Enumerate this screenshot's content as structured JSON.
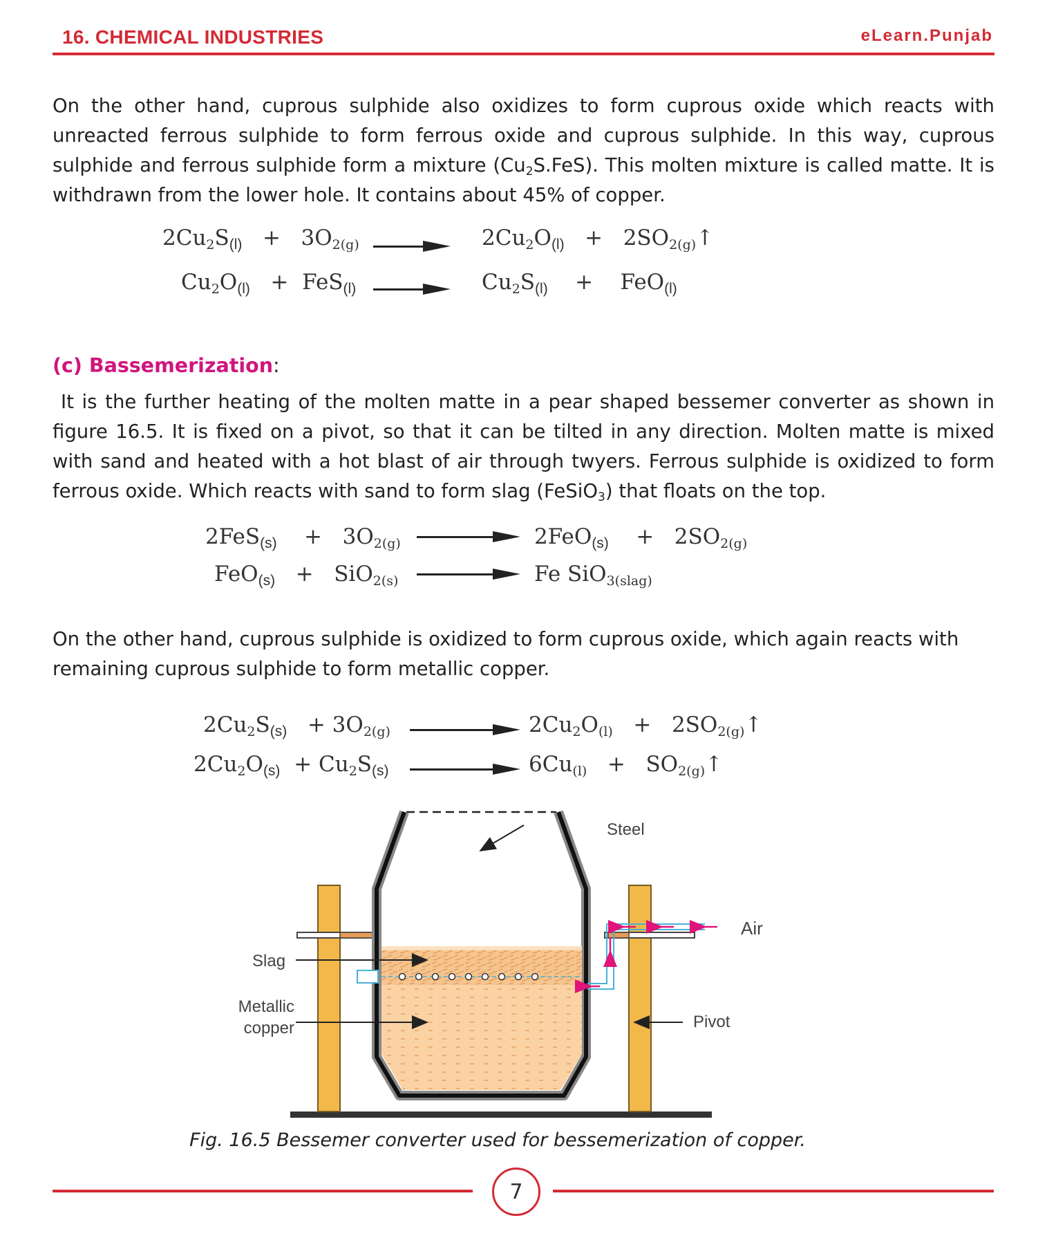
{
  "header": {
    "title": "16. CHEMICAL INDUSTRIES",
    "brand": "eLearn.Punjab"
  },
  "para1": {
    "part_a": "On the other hand, cuprous sulphide also oxidizes to form cuprous oxide which reacts with unreacted ferrous sulphide to form ferrous oxide and cuprous sulphide. In this way, cuprous sulphide and ferrous sulphide form a mixture (Cu",
    "sub": "2",
    "part_b": "S.FeS). This molten mixture is called matte. It is withdrawn from the lower hole. It contains about 45% of copper."
  },
  "section_c": {
    "heading": "(c) Bassemerization",
    "colon": ":",
    "text_a": "It is the further heating of the molten matte in a pear shaped bessemer converter as shown in figure 16.5. It is fixed on a pivot, so that it can be tilted in any direction. Molten matte is mixed with sand and heated with a hot blast of air through twyers. Ferrous sulphide is oxidized to form ferrous oxide. Which reacts with sand to form slag (FeSiO",
    "sub": "3",
    "text_b": ") that floats on the top."
  },
  "para3": "On the other hand, cuprous sulphide is oxidized to form cuprous oxide, which again reacts with remaining cuprous sulphide to form metallic copper.",
  "equations": {
    "set1": [
      {
        "r1": "2Cu",
        "r1s": "2",
        "r1b": "S",
        "r1p": "(l)",
        "op": "+",
        "r2": "3O",
        "r2p": "2(g)",
        "p1": "2Cu",
        "p1s": "2",
        "p1b": "O",
        "p1p": "(l)",
        "op2": "+",
        "p2": "2SO",
        "p2p": "2(g)",
        "gas": "↑"
      },
      {
        "r1": "Cu",
        "r1s": "2",
        "r1b": "O",
        "r1p": "(l)",
        "op": "+",
        "r2": "FeS",
        "r2p": "(l)",
        "p1": "Cu",
        "p1s": "2",
        "p1b": "S",
        "p1p": "(l)",
        "op2": "+",
        "p2": "FeO",
        "p2p": "(l)"
      }
    ],
    "set2": [
      {
        "r1": "2FeS",
        "r1p": "(s)",
        "op": "+",
        "r2": "3O",
        "r2p": "2(g)",
        "p1": "2FeO",
        "p1p": "(s)",
        "op2": "+",
        "p2": "2SO",
        "p2p": "2(g)"
      },
      {
        "r1": "FeO",
        "r1p": "(s)",
        "op": "+",
        "r2": "SiO",
        "r2p": "2(s)",
        "p1": "Fe SiO",
        "p1p": "3(slag)"
      }
    ],
    "set3": [
      {
        "r1": "2Cu",
        "r1s": "2",
        "r1b": "S",
        "r1p": "(s)",
        "op": "+",
        "r2": "3O",
        "r2p": "2(g)",
        "p1": "2Cu",
        "p1s": "2",
        "p1b": "O",
        "p1p": "(l)",
        "op2": "+",
        "p2": "2SO",
        "p2p": "2(g)",
        "gas": "↑"
      },
      {
        "r1": "2Cu",
        "r1s": "2",
        "r1b": "O",
        "r1p": "(s)",
        "op": "+",
        "r2": "Cu",
        "r2s": "2",
        "r2b": "S",
        "r2p": "(s)",
        "p1": "6Cu",
        "p1p": "(l)",
        "op2": "+",
        "p2": "SO",
        "p2p": "2(g)",
        "gas": "↑"
      }
    ]
  },
  "figure": {
    "labels": {
      "steel": "Steel",
      "air": "Air",
      "slag": "Slag",
      "metallic": "Metallic",
      "copper": "copper",
      "pivot": "Pivot"
    },
    "caption": "Fig. 16.5 Bessemer converter used for bessemerization of copper.",
    "colors": {
      "matte": "#f8c898",
      "pivot_post": "#f2b84a",
      "air_pipe": "#4ab0d8",
      "air_arrow": "#e0147a"
    }
  },
  "footer": {
    "page_number": "7"
  }
}
